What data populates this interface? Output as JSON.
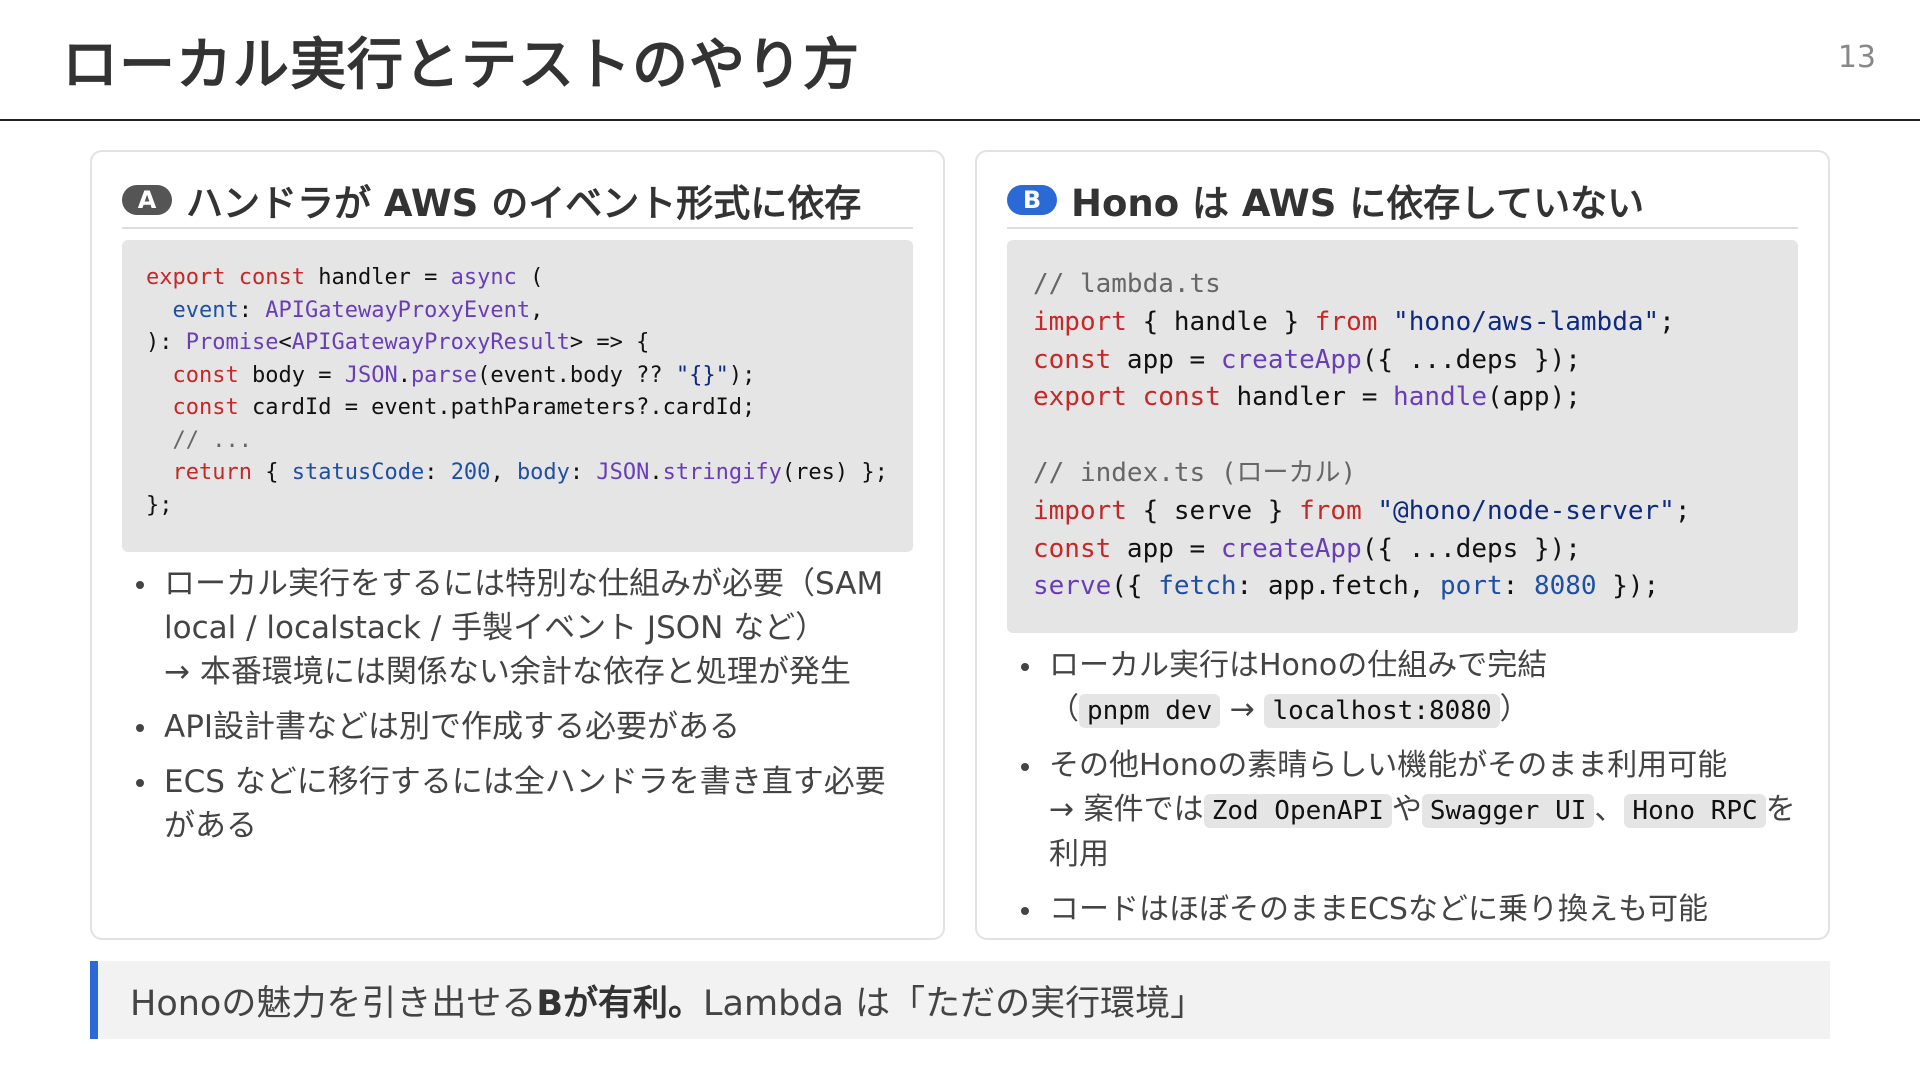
{
  "slide": {
    "title": "ローカル実行とテストのやり方",
    "page_number": "13"
  },
  "card_a": {
    "badge": "A",
    "heading": "ハンドラが AWS のイベント形式に依存",
    "code_lines": [
      [
        {
          "c": "kw",
          "t": "export"
        },
        {
          "c": "",
          "t": " "
        },
        {
          "c": "kw",
          "t": "const"
        },
        {
          "c": "",
          "t": " handler = "
        },
        {
          "c": "fn",
          "t": "async"
        },
        {
          "c": "",
          "t": " ("
        }
      ],
      [
        {
          "c": "",
          "t": "  "
        },
        {
          "c": "pr",
          "t": "event"
        },
        {
          "c": "",
          "t": ": "
        },
        {
          "c": "tp",
          "t": "APIGatewayProxyEvent"
        },
        {
          "c": "",
          "t": ","
        }
      ],
      [
        {
          "c": "",
          "t": "): "
        },
        {
          "c": "tp",
          "t": "Promise"
        },
        {
          "c": "",
          "t": "<"
        },
        {
          "c": "tp",
          "t": "APIGatewayProxyResult"
        },
        {
          "c": "",
          "t": "> => {"
        }
      ],
      [
        {
          "c": "",
          "t": "  "
        },
        {
          "c": "kw",
          "t": "const"
        },
        {
          "c": "",
          "t": " body = "
        },
        {
          "c": "tp",
          "t": "JSON"
        },
        {
          "c": "",
          "t": "."
        },
        {
          "c": "fn",
          "t": "parse"
        },
        {
          "c": "",
          "t": "(event.body ?? "
        },
        {
          "c": "str",
          "t": "\"{}\""
        },
        {
          "c": "",
          "t": ");"
        }
      ],
      [
        {
          "c": "",
          "t": "  "
        },
        {
          "c": "kw",
          "t": "const"
        },
        {
          "c": "",
          "t": " cardId = event.pathParameters?.cardId;"
        }
      ],
      [
        {
          "c": "",
          "t": "  "
        },
        {
          "c": "cm",
          "t": "// ..."
        }
      ],
      [
        {
          "c": "",
          "t": "  "
        },
        {
          "c": "kw",
          "t": "return"
        },
        {
          "c": "",
          "t": " { "
        },
        {
          "c": "pr",
          "t": "statusCode"
        },
        {
          "c": "",
          "t": ": "
        },
        {
          "c": "num",
          "t": "200"
        },
        {
          "c": "",
          "t": ", "
        },
        {
          "c": "pr",
          "t": "body"
        },
        {
          "c": "",
          "t": ": "
        },
        {
          "c": "tp",
          "t": "JSON"
        },
        {
          "c": "",
          "t": "."
        },
        {
          "c": "fn",
          "t": "stringify"
        },
        {
          "c": "",
          "t": "(res) };"
        }
      ],
      [
        {
          "c": "",
          "t": "};"
        }
      ]
    ],
    "bullets": [
      {
        "parts": [
          {
            "t": "ローカル実行をするには特別な仕組みが必要（SAM local / localstack / 手製イベント JSON など）"
          },
          {
            "br": true
          },
          {
            "t": "→ 本番環境には関係ない余計な依存と処理が発生"
          }
        ]
      },
      {
        "parts": [
          {
            "t": "API設計書などは別で作成する必要がある"
          }
        ]
      },
      {
        "parts": [
          {
            "t": "ECS などに移行するには全ハンドラを書き直す必要がある"
          }
        ]
      }
    ]
  },
  "card_b": {
    "badge": "B",
    "heading": "Hono は AWS に依存していない",
    "code_lines": [
      [
        {
          "c": "cm",
          "t": "// lambda.ts"
        }
      ],
      [
        {
          "c": "kw",
          "t": "import"
        },
        {
          "c": "",
          "t": " { handle } "
        },
        {
          "c": "kw",
          "t": "from"
        },
        {
          "c": "",
          "t": " "
        },
        {
          "c": "str",
          "t": "\"hono/aws-lambda\""
        },
        {
          "c": "",
          "t": ";"
        }
      ],
      [
        {
          "c": "kw",
          "t": "const"
        },
        {
          "c": "",
          "t": " app = "
        },
        {
          "c": "fn",
          "t": "createApp"
        },
        {
          "c": "",
          "t": "({ ...deps });"
        }
      ],
      [
        {
          "c": "kw",
          "t": "export"
        },
        {
          "c": "",
          "t": " "
        },
        {
          "c": "kw",
          "t": "const"
        },
        {
          "c": "",
          "t": " handler = "
        },
        {
          "c": "fn",
          "t": "handle"
        },
        {
          "c": "",
          "t": "(app);"
        }
      ],
      [],
      [
        {
          "c": "cm",
          "t": "// index.ts (ローカル)"
        }
      ],
      [
        {
          "c": "kw",
          "t": "import"
        },
        {
          "c": "",
          "t": " { serve } "
        },
        {
          "c": "kw",
          "t": "from"
        },
        {
          "c": "",
          "t": " "
        },
        {
          "c": "str",
          "t": "\"@hono/node-server\""
        },
        {
          "c": "",
          "t": ";"
        }
      ],
      [
        {
          "c": "kw",
          "t": "const"
        },
        {
          "c": "",
          "t": " app = "
        },
        {
          "c": "fn",
          "t": "createApp"
        },
        {
          "c": "",
          "t": "({ ...deps });"
        }
      ],
      [
        {
          "c": "fn",
          "t": "serve"
        },
        {
          "c": "",
          "t": "({ "
        },
        {
          "c": "pr",
          "t": "fetch"
        },
        {
          "c": "",
          "t": ": app.fetch, "
        },
        {
          "c": "pr",
          "t": "port"
        },
        {
          "c": "",
          "t": ": "
        },
        {
          "c": "num",
          "t": "8080"
        },
        {
          "c": "",
          "t": " });"
        }
      ]
    ],
    "bullets": [
      {
        "parts": [
          {
            "t": "ローカル実行はHonoの仕組みで完結"
          },
          {
            "br": true
          },
          {
            "t": "（"
          },
          {
            "code": "pnpm dev"
          },
          {
            "t": " → "
          },
          {
            "code": "localhost:8080"
          },
          {
            "t": "）"
          }
        ]
      },
      {
        "parts": [
          {
            "t": "その他Honoの素晴らしい機能がそのまま利用可能"
          },
          {
            "br": true
          },
          {
            "t": "→ 案件では"
          },
          {
            "code": "Zod OpenAPI"
          },
          {
            "t": "や"
          },
          {
            "code": "Swagger UI"
          },
          {
            "t": "、"
          },
          {
            "code": "Hono RPC"
          },
          {
            "t": "を利用"
          }
        ]
      },
      {
        "parts": [
          {
            "t": "コードはほぼそのままECSなどに乗り換えも可能"
          }
        ]
      }
    ]
  },
  "note": {
    "lead": "Honoの魅力を引き出せる ",
    "emphasis": "Bが有利。",
    "tail": " Lambda は「ただの実行環境」"
  },
  "colors": {
    "accent_blue": "#2b6ad6",
    "badge_gray": "#555555",
    "keyword_red": "#c62828",
    "function_purple": "#6a3db8",
    "property_blue": "#1e4fa3",
    "code_background": "#e5e5e5"
  }
}
